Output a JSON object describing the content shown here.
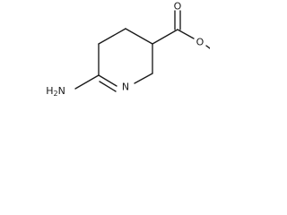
{
  "molecule": {
    "atoms": {
      "carbonyl_oxygen": "O",
      "ester_oxygen": "O",
      "ring_nitrogen": "N",
      "amino_group": "H2N"
    },
    "colors": {
      "ink": "#1a1a1a",
      "background": "#ffffff"
    }
  }
}
